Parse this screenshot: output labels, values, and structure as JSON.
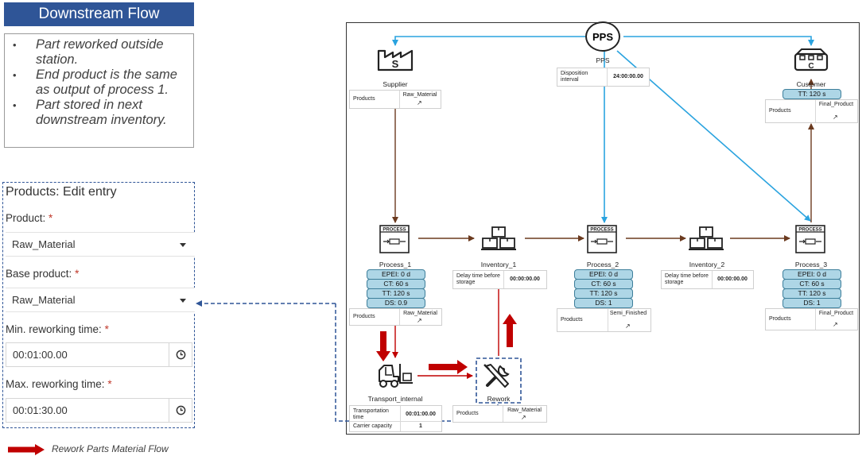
{
  "header": {
    "title": "Downstream Flow"
  },
  "notes": [
    "Part reworked outside station.",
    "End product is the same as output of process 1.",
    "Part stored in next downstream inventory."
  ],
  "form": {
    "title": "Products: Edit entry",
    "product_label": "Product:",
    "product_value": "Raw_Material",
    "base_product_label": "Base product:",
    "base_product_value": "Raw_Material",
    "min_time_label": "Min. reworking time:",
    "min_time_value": "00:01:00.00",
    "max_time_label": "Max. reworking time:",
    "max_time_value": "00:01:30.00",
    "required_mark": "*"
  },
  "legend": {
    "label": "Rework Parts Material Flow",
    "color": "#c00000"
  },
  "colors": {
    "banner": "#2f5597",
    "info_flow": "#2aa3df",
    "material_flow": "#6b3a1f",
    "rework_flow": "#c00000",
    "pill": "#aed6e6"
  },
  "diagram": {
    "pps": {
      "badge": "PPS",
      "label": "PPS",
      "interval_key": "Disposition interval",
      "interval_value": "24:00:00.00"
    },
    "supplier": {
      "label": "Supplier",
      "icon_letter": "S",
      "products_key": "Products",
      "products_value": "Raw_Material"
    },
    "customer": {
      "label": "Customer",
      "icon_letter": "C",
      "tt": "TT: 120 s",
      "products_key": "Products",
      "products_value": "Final_Product"
    },
    "process_icon_text": "PROCESS",
    "process1": {
      "label": "Process_1",
      "pills": [
        "EPEI: 0 d",
        "CT: 60 s",
        "TT: 120 s",
        "DS: 0.9"
      ],
      "products_key": "Products",
      "products_value": "Raw_Material"
    },
    "process2": {
      "label": "Process_2",
      "pills": [
        "EPEI: 0 d",
        "CT: 60 s",
        "TT: 120 s",
        "DS: 1"
      ],
      "products_key": "Products",
      "products_value": "Semi_Finished"
    },
    "process3": {
      "label": "Process_3",
      "pills": [
        "EPEI: 0 d",
        "CT: 60 s",
        "TT: 120 s",
        "DS: 1"
      ],
      "products_key": "Products",
      "products_value": "Final_Product"
    },
    "inventory1": {
      "label": "Inventory_1",
      "delay_key": "Delay time before storage",
      "delay_value": "00:00:00.00"
    },
    "inventory2": {
      "label": "Inventory_2",
      "delay_key": "Delay time before storage",
      "delay_value": "00:00:00.00"
    },
    "transport": {
      "label": "Transport_internal",
      "time_key": "Transportation time",
      "time_value": "00:01:00.00",
      "capacity_key": "Carrier capacity",
      "capacity_value": "1"
    },
    "rework": {
      "label": "Rework",
      "products_key": "Products",
      "products_value": "Raw_Material"
    }
  }
}
